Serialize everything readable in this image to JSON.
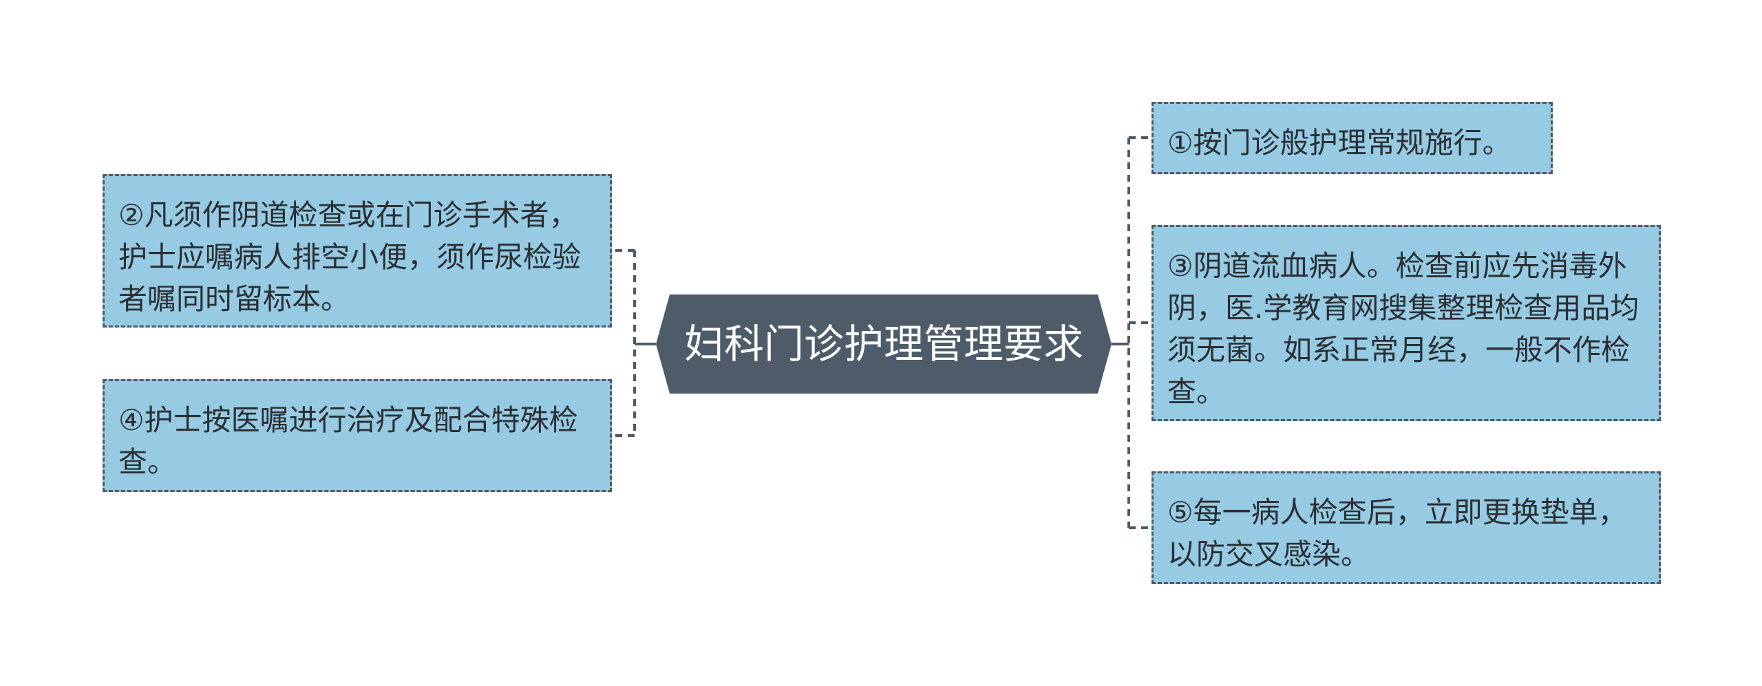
{
  "mindmap": {
    "root": {
      "title": "妇科门诊护理管理要求"
    },
    "left_nodes": [
      {
        "text": "②凡须作阴道检查或在门诊手术者，护士应嘱病人排空小便，须作尿检验者嘱同时留标本。"
      },
      {
        "text": "④护士按医嘱进行治疗及配合特殊检查。"
      }
    ],
    "right_nodes": [
      {
        "text": "①按门诊般护理常规施行。"
      },
      {
        "text": "③阴道流血病人。检查前应先消毒外阴，医.学教育网搜集整理检查用品均须无菌。如系正常月经，一般不作检查。"
      },
      {
        "text": "⑤每一病人检查后，立即更换垫单，以防交叉感染。"
      }
    ]
  },
  "colors": {
    "root_fill": "#4e5c6a",
    "node_fill": "#96cbe3",
    "node_border": "#4e5a66",
    "connector": "#4e5a66"
  }
}
